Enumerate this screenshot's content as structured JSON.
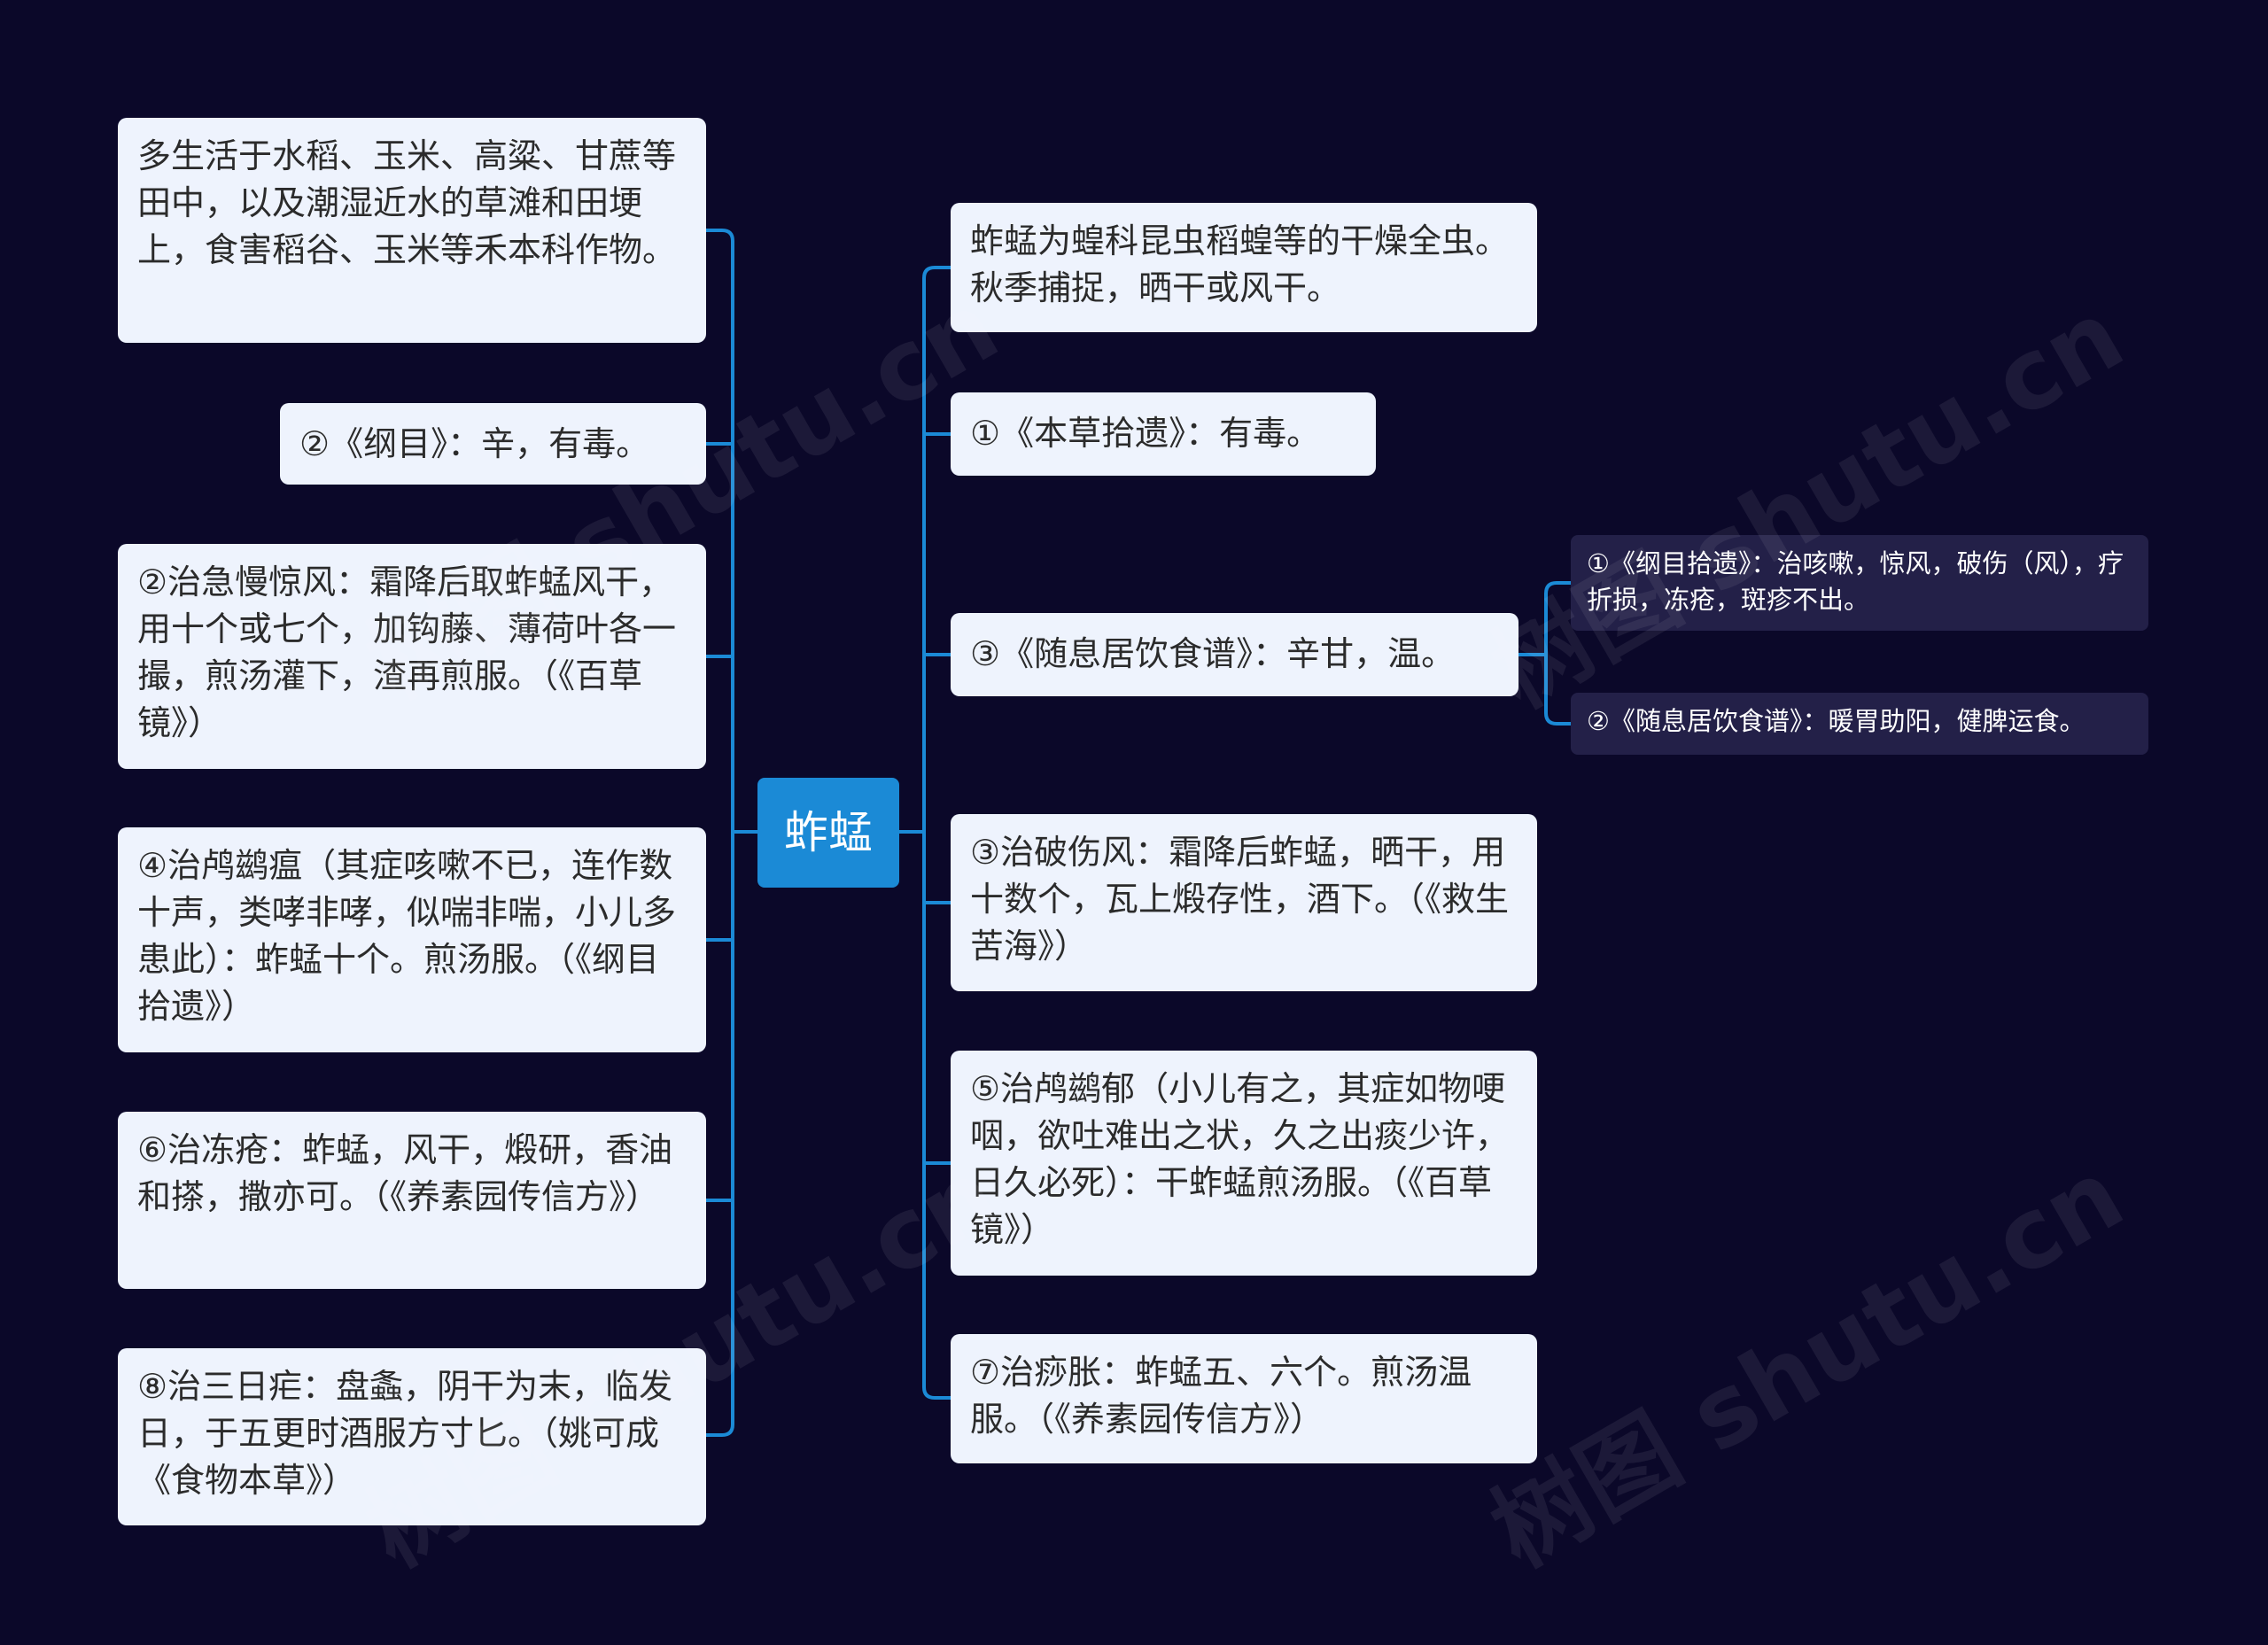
{
  "root": {
    "label": "蚱蜢"
  },
  "left_nodes": [
    {
      "text": "多生活于水稻、玉米、高粱、甘蔗等田中，以及潮湿近水的草滩和田埂上，食害稻谷、玉米等禾本科作物。"
    },
    {
      "text": "②《纲目》：辛，有毒。"
    },
    {
      "text": "②治急慢惊风：霜降后取蚱蜢风干，用十个或七个，加钩藤、薄荷叶各一撮，煎汤灌下，渣再煎服。（《百草镜》）"
    },
    {
      "text": "④治鸬鹚瘟（其症咳嗽不已，连作数十声，类哮非哮，似喘非喘，小儿多患此）：蚱蜢十个。煎汤服。（《纲目拾遗》）"
    },
    {
      "text": "⑥治冻疮：蚱蜢，风干，煅研，香油和搽，撒亦可。（《养素园传信方》）"
    },
    {
      "text": "⑧治三日疟：盘螽，阴干为末，临发日，于五更时酒服方寸匕。（姚可成《食物本草》）"
    }
  ],
  "right_nodes": [
    {
      "text": "蚱蜢为蝗科昆虫稻蝗等的干燥全虫。秋季捕捉，晒干或风干。"
    },
    {
      "text": "①《本草拾遗》：有毒。"
    },
    {
      "text": "③《随息居饮食谱》：辛甘，温。"
    },
    {
      "text": "③治破伤风：霜降后蚱蜢，晒干，用十数个，瓦上煅存性，酒下。（《救生苦海》）"
    },
    {
      "text": "⑤治鸬鹚郁（小儿有之，其症如物哽咽，欲吐难出之状，久之出痰少许，日久必死）：干蚱蜢煎汤服。（《百草镜》）"
    },
    {
      "text": "⑦治痧胀：蚱蜢五、六个。煎汤温服。（《养素园传信方》）"
    }
  ],
  "sub_nodes": [
    {
      "text": "①《纲目拾遗》：治咳嗽，惊风，破伤（风），疗折损，冻疮，斑疹不出。"
    },
    {
      "text": "②《随息居饮食谱》：暖胃助阳，健脾运食。"
    }
  ],
  "watermark": "树图 shutu.cn",
  "colors": {
    "background": "#0b0829",
    "connector": "#1b8ad6",
    "root_fill": "#1b8ad6",
    "node_fill": "#eef3fd",
    "sub_node_fill": "#232048"
  }
}
